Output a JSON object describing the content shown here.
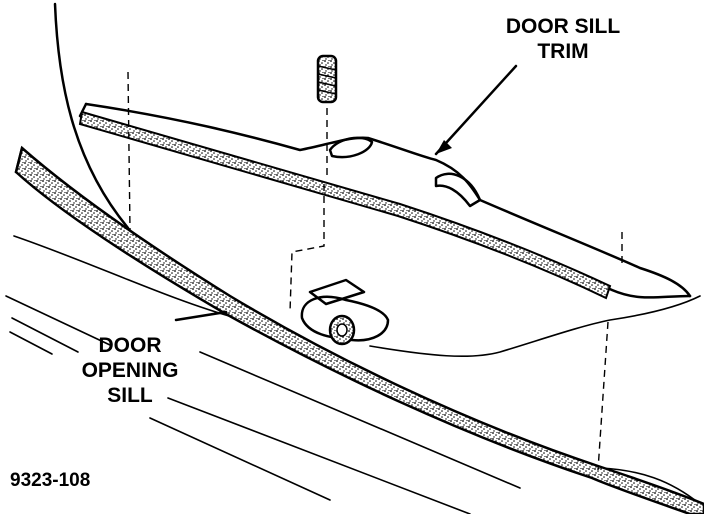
{
  "labels": {
    "door_sill_trim": [
      "DOOR SILL",
      "TRIM"
    ],
    "door_opening_sill": [
      "DOOR",
      "OPENING",
      "SILL"
    ]
  },
  "figure_id": "9323-108",
  "colors": {
    "line": "#000000",
    "background": "#ffffff"
  }
}
